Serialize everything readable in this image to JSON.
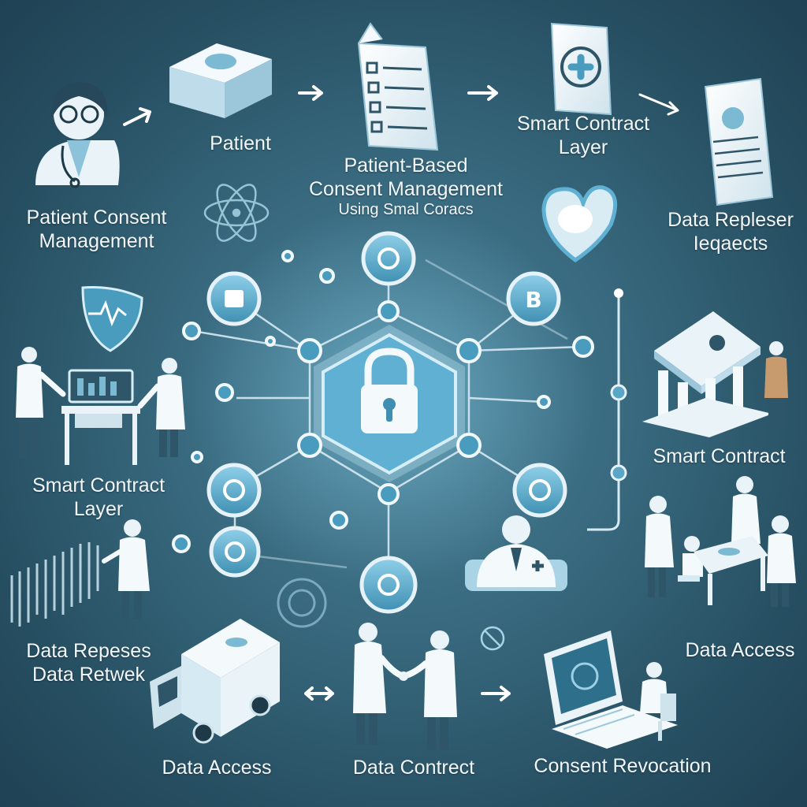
{
  "colors": {
    "background": "#2f5e73",
    "node_fill": "#5aa6c7",
    "node_ring": "#e6f2f8",
    "accent": "#6fb6d6",
    "text": "#f2f7fa"
  },
  "labels": {
    "patient_consent_management": {
      "line1": "Patient Consent",
      "line2": "Management"
    },
    "patient": "Patient",
    "patient_based": {
      "line1": "Patient-Based",
      "line2": "Consent Management",
      "line3": "Using Smal Coracs"
    },
    "smart_contract_layer_top": {
      "line1": "Smart Contract",
      "line2": "Layer"
    },
    "data_requests": {
      "line1": "Data Repleser",
      "line2": "Ieqaects"
    },
    "smart_contract_layer_left": {
      "line1": "Smart Contract",
      "line2": "Layer"
    },
    "smart_contract_right": "Smart Contract",
    "data_repeses": {
      "line1": "Data Repeses",
      "line2": "Data Retwek"
    },
    "data_access_right": "Data Access",
    "data_access_bottom": "Data Access",
    "data_contract": "Data Contrect",
    "consent_revocation": "Consent Revocation"
  },
  "icons": [
    "doctor-avatar-icon",
    "server-box-icon",
    "document-checklist-icon",
    "medical-cross-card-icon",
    "report-document-icon",
    "heart-icon",
    "shield-pulse-icon",
    "atom-icon",
    "padlock-icon",
    "bank-building-icon",
    "delivery-truck-icon",
    "handshake-icon",
    "computer-terminal-icon",
    "doctor-bust-icon",
    "hospital-meeting-icon",
    "lab-workstation-icon"
  ]
}
